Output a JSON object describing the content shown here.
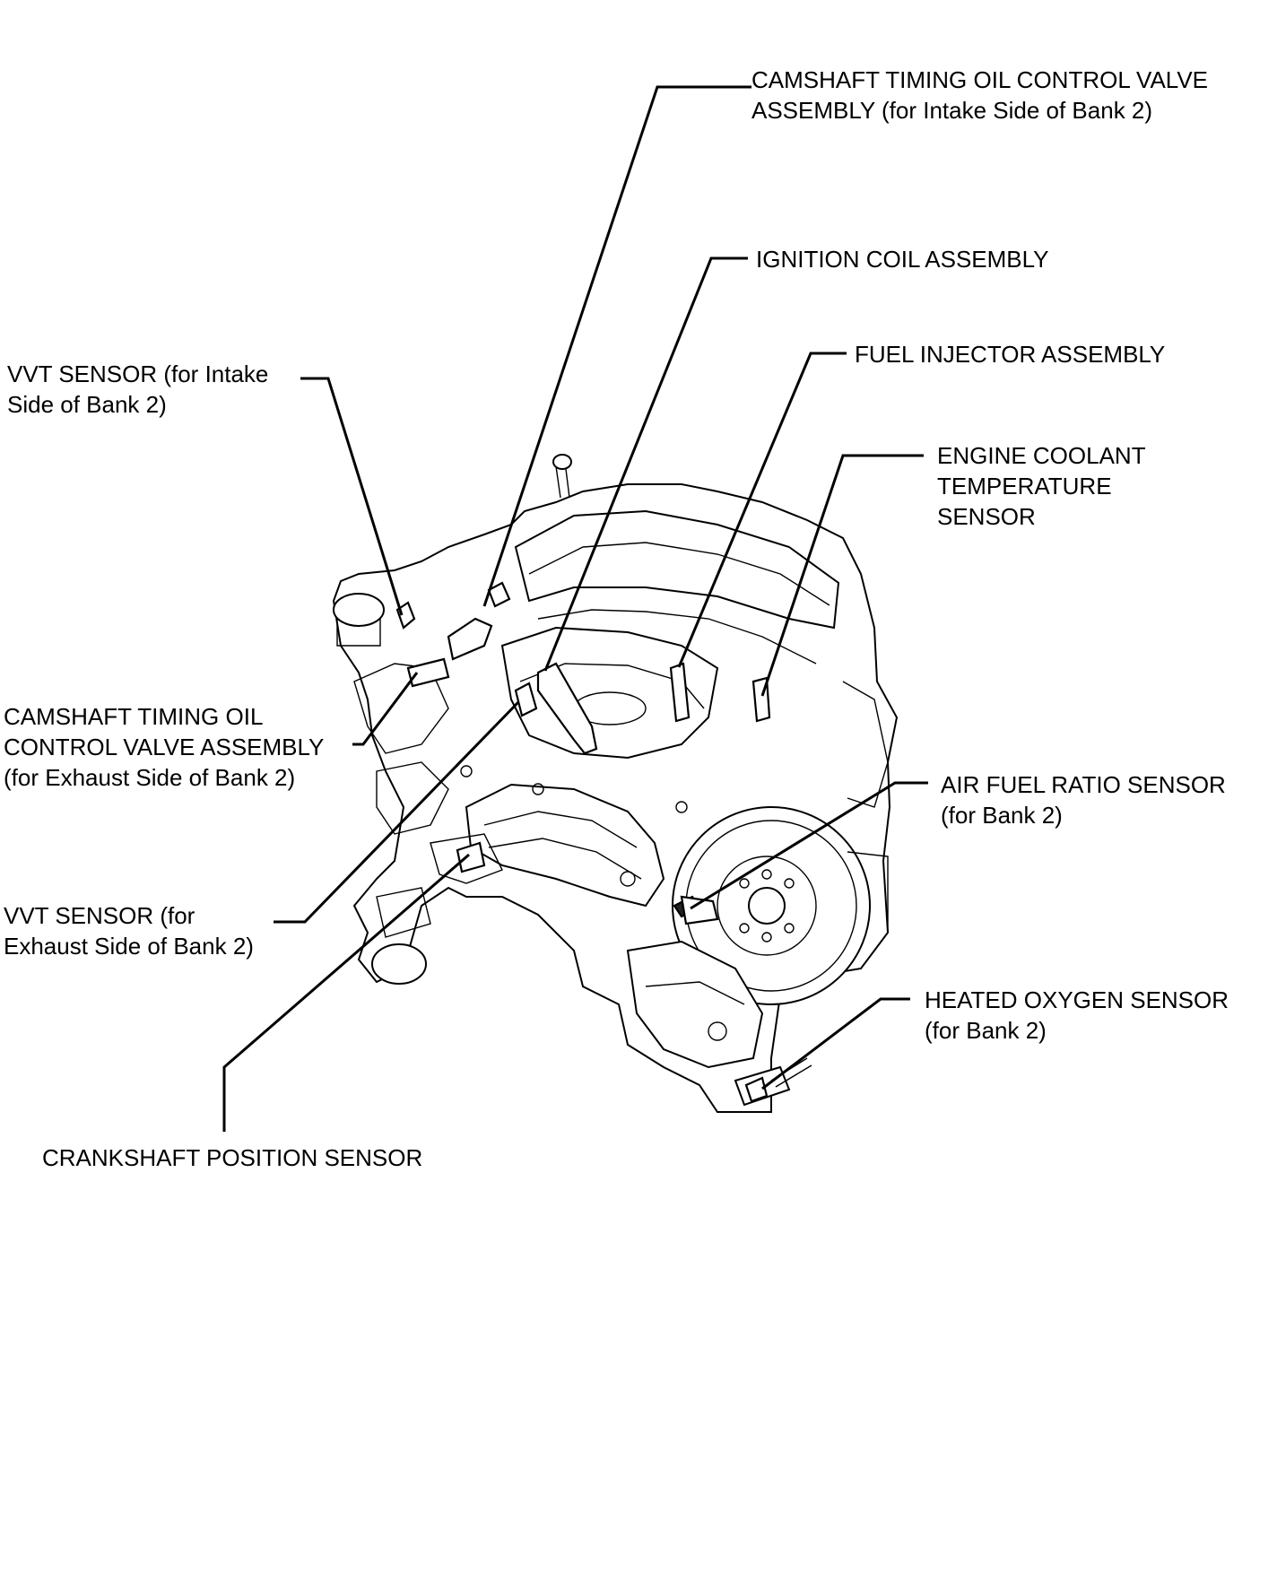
{
  "labels": {
    "cam_oil_valve_intake": [
      "CAMSHAFT TIMING OIL CONTROL VALVE",
      "ASSEMBLY (for Intake Side of Bank 2)"
    ],
    "ignition_coil": [
      "IGNITION COIL ASSEMBLY"
    ],
    "fuel_injector": [
      "FUEL INJECTOR ASSEMBLY"
    ],
    "coolant_temp": [
      "ENGINE COOLANT",
      "TEMPERATURE",
      "SENSOR"
    ],
    "vvt_intake": [
      "VVT SENSOR (for Intake",
      "Side of Bank 2)"
    ],
    "cam_oil_valve_exhaust": [
      "CAMSHAFT TIMING OIL",
      "CONTROL VALVE ASSEMBLY",
      "(for Exhaust Side of Bank 2)"
    ],
    "air_fuel_ratio": [
      "AIR FUEL RATIO SENSOR",
      "(for Bank 2)"
    ],
    "vvt_exhaust": [
      "VVT SENSOR (for",
      "Exhaust Side of Bank 2)"
    ],
    "heated_oxygen": [
      "HEATED OXYGEN SENSOR",
      "(for Bank 2)"
    ],
    "crankshaft_position": [
      "CRANKSHAFT POSITION SENSOR"
    ]
  },
  "colors": {
    "line": "#000000",
    "background": "#ffffff"
  },
  "illustration": "engine-assembly-drawing"
}
